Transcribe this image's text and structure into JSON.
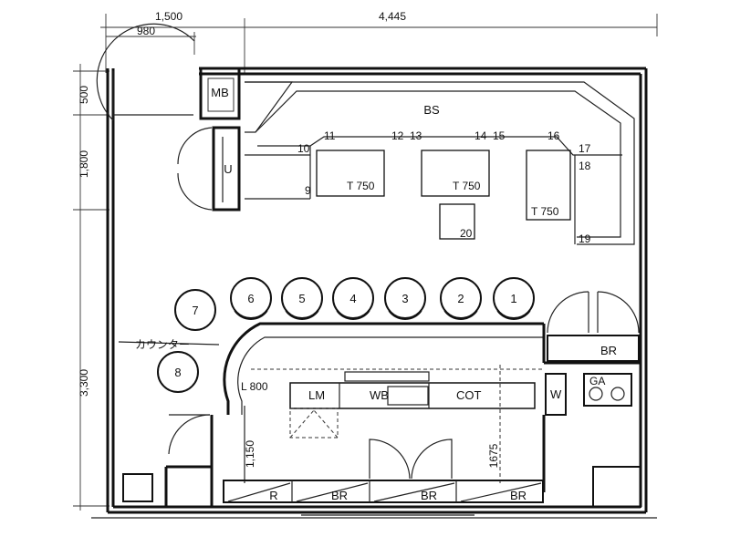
{
  "dimensions": {
    "top_left": "1,500",
    "top_door": "980",
    "top_right": "4,445",
    "left_top": "500",
    "left_mid": "1,800",
    "left_bottom": "3,300",
    "counter_depth": "1,150",
    "kitchen_depth": "1675",
    "counter_width": "L 800"
  },
  "rooms": {
    "mb": "MB",
    "bs": "BS",
    "u": "U"
  },
  "tables": {
    "t1": "T 750",
    "t2": "T 750",
    "t3": "T 750",
    "t20": "20"
  },
  "seat_numbers": [
    "9",
    "10",
    "11",
    "12",
    "13",
    "14",
    "15",
    "16",
    "17",
    "18",
    "19"
  ],
  "bar_seats": [
    "1",
    "2",
    "3",
    "4",
    "5",
    "6",
    "7",
    "8"
  ],
  "counter_note": "カウンター",
  "equipment": {
    "lm": "LM",
    "wb": "WB",
    "cot": "COT",
    "w": "W",
    "ga": "GA",
    "br_right": "BR",
    "br_bottom": [
      "R",
      "BR",
      "BR",
      "BR"
    ]
  }
}
